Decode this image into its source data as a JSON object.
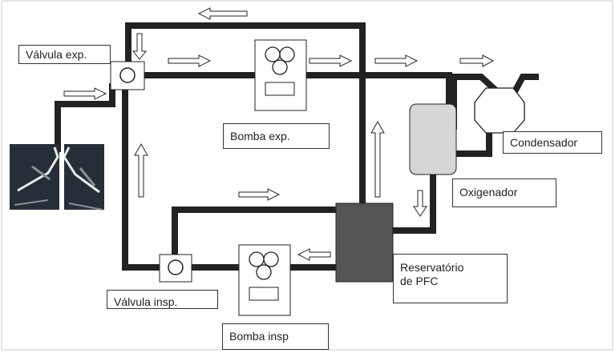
{
  "labels": {
    "valvula_exp": "Válvula exp.",
    "bomba_exp": "Bomba exp.",
    "condensador": "Condensador",
    "oxigenador": "Oxigenador",
    "reservatorio_line1": "Reservatório",
    "reservatorio_line2": "de PFC",
    "valvula_insp": "Válvula insp.",
    "bomba_insp": "Bomba insp"
  },
  "colors": {
    "tube": "#222222",
    "reservoir": "#555555",
    "oxygenator": "#d6d6d6",
    "lungs": "#262f38",
    "frame": "#cccccc"
  }
}
